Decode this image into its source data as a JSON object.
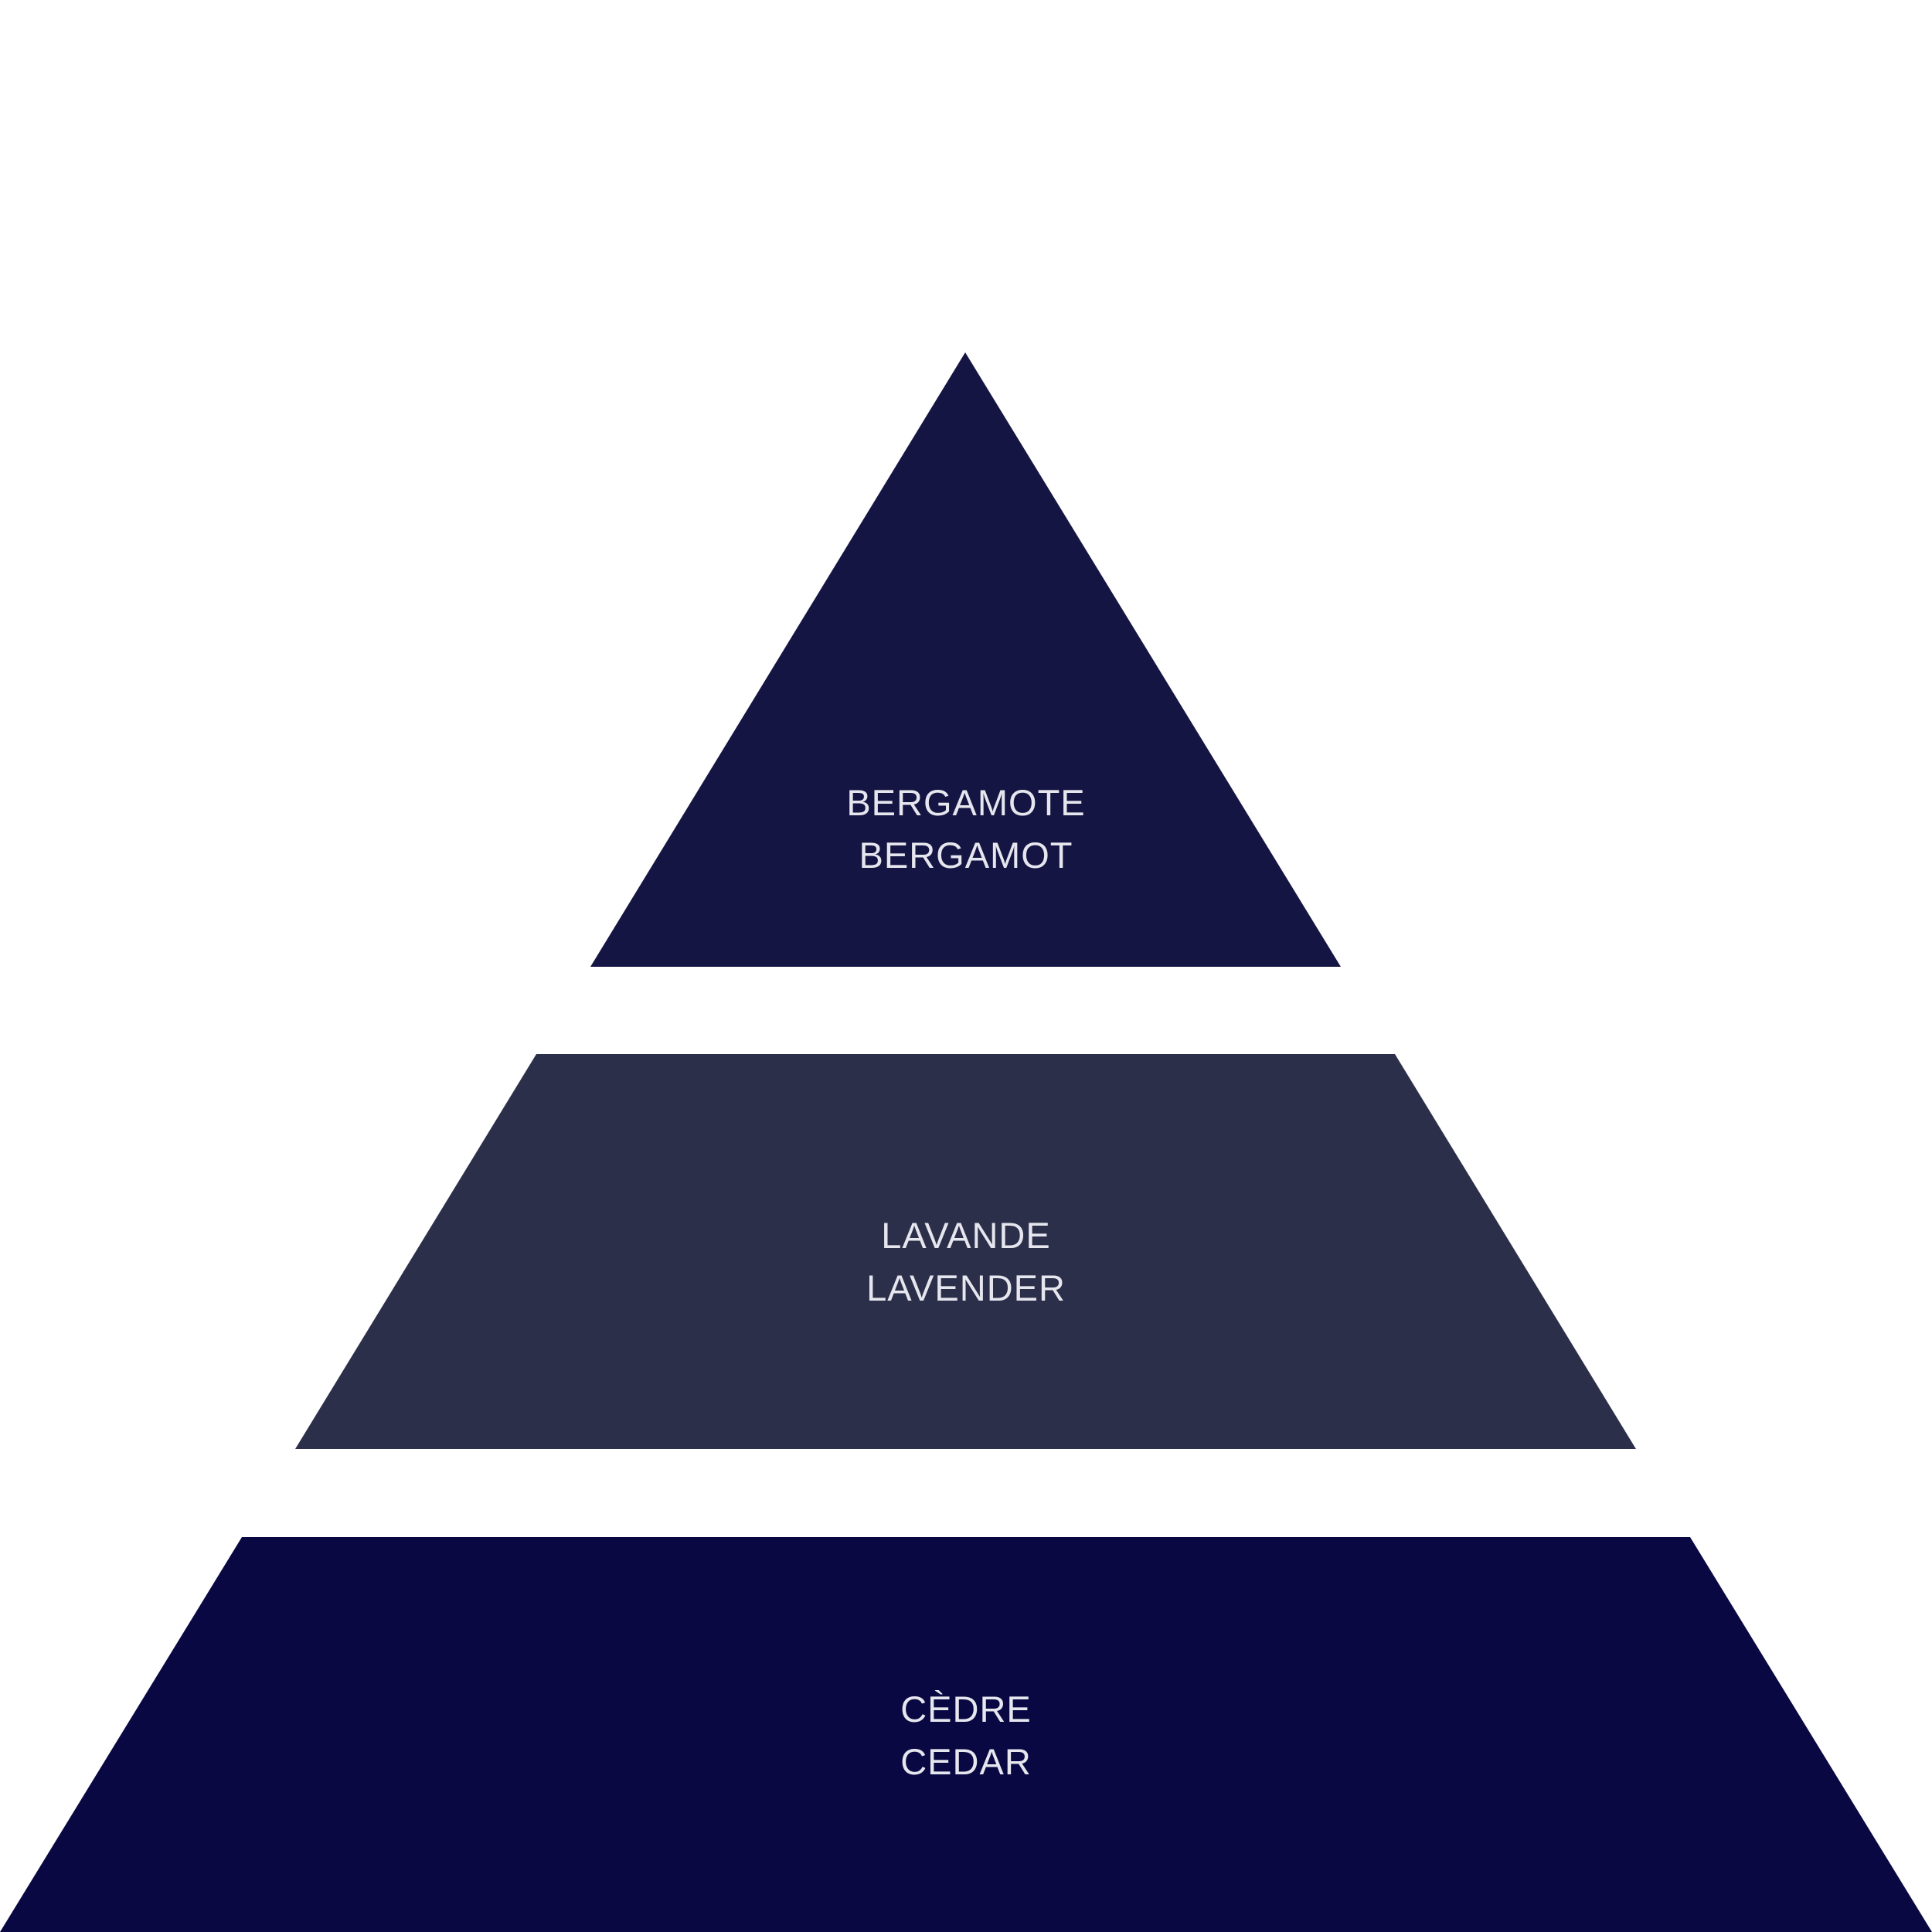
{
  "diagram": {
    "tiers": [
      {
        "id": "top",
        "french": "BERGAMOTE",
        "english": "BERGAMOT",
        "color": "#151543"
      },
      {
        "id": "middle",
        "french": "LAVANDE",
        "english": "LAVENDER",
        "color": "#2c2f4a"
      },
      {
        "id": "bottom",
        "french": "CÈDRE",
        "english": "CEDAR",
        "color": "#090842"
      }
    ],
    "text_color": "#e6e6ee",
    "background": "#ffffff"
  }
}
